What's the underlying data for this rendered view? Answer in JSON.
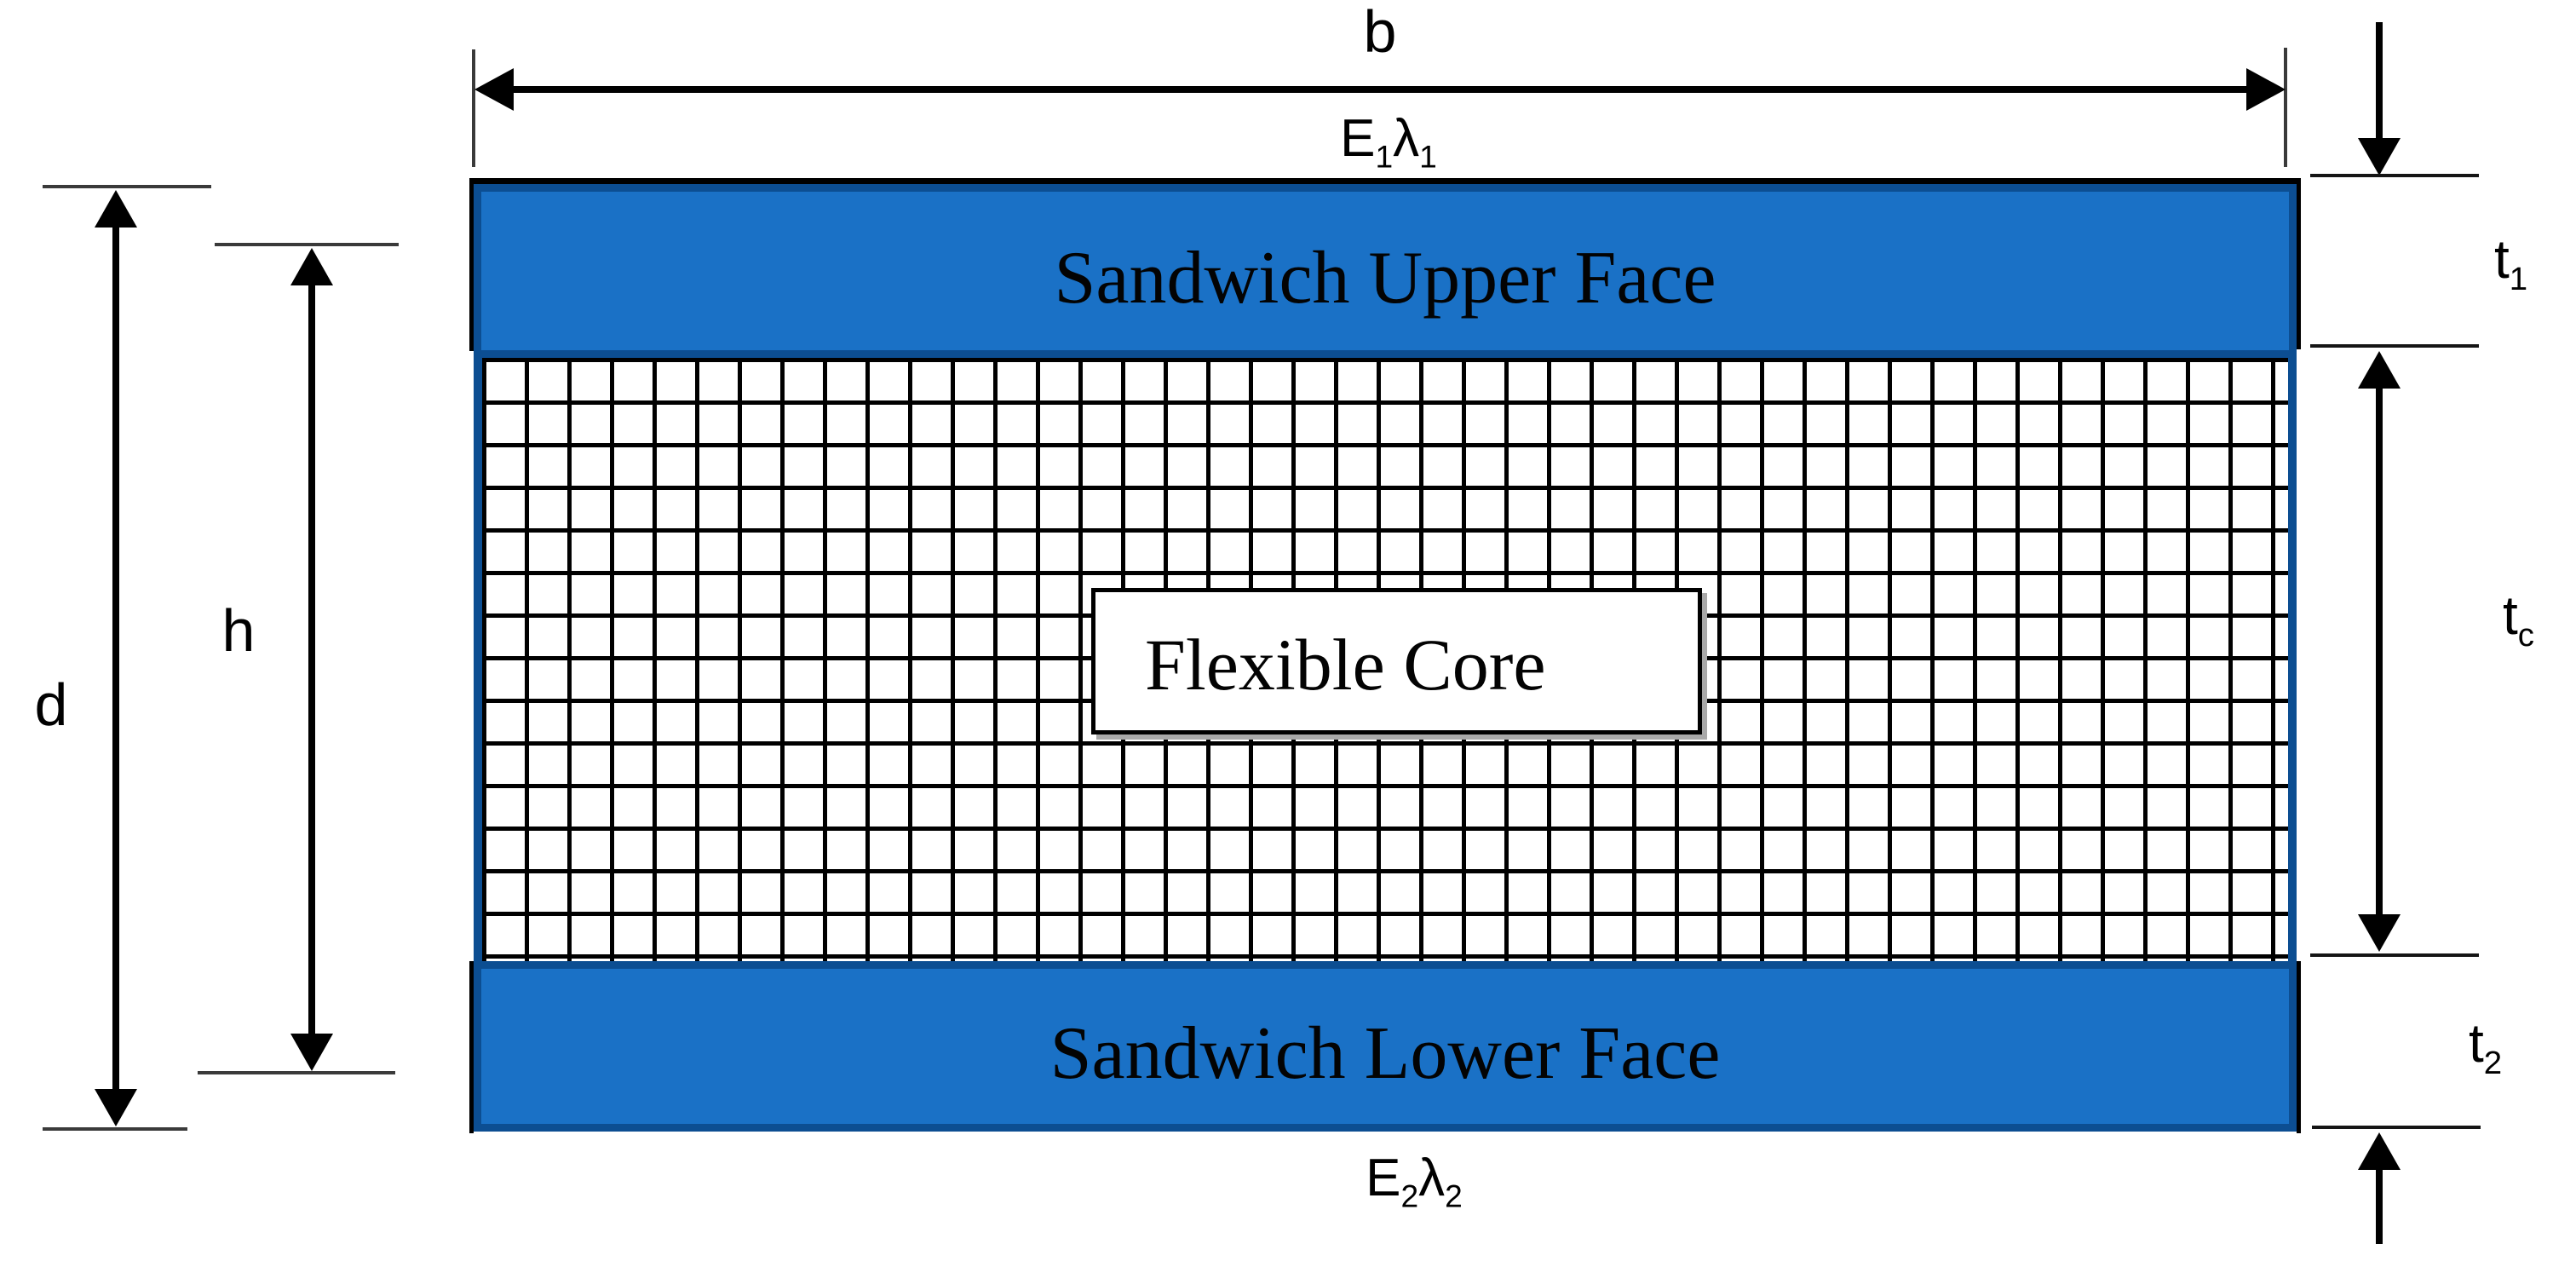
{
  "figure": {
    "kind": "sandwich-panel-cross-section"
  },
  "labels": {
    "width_dim": "b",
    "depth_dim": "d",
    "centroid_dim": "h",
    "upper_face": "Sandwich Upper Face",
    "core": "Flexible Core",
    "lower_face": "Sandwich Lower Face",
    "upper_stiffness": {
      "symbol": "E",
      "symbol_sub": "1",
      "lambda": "λ",
      "lambda_sub": "1"
    },
    "lower_stiffness": {
      "symbol": "E",
      "symbol_sub": "2",
      "lambda": "λ",
      "lambda_sub": "2"
    },
    "upper_thickness": {
      "symbol": "t",
      "sub": "1"
    },
    "core_thickness": {
      "symbol": "t",
      "sub": "c"
    },
    "lower_thickness": {
      "symbol": "t",
      "sub": "2"
    }
  },
  "colors": {
    "face_fill": "#1A71C6",
    "face_border": "#0C4E92",
    "line": "#000000",
    "tick": "#3A3A3A",
    "background": "#FFFFFF",
    "shadow": "#A9A9A9"
  }
}
